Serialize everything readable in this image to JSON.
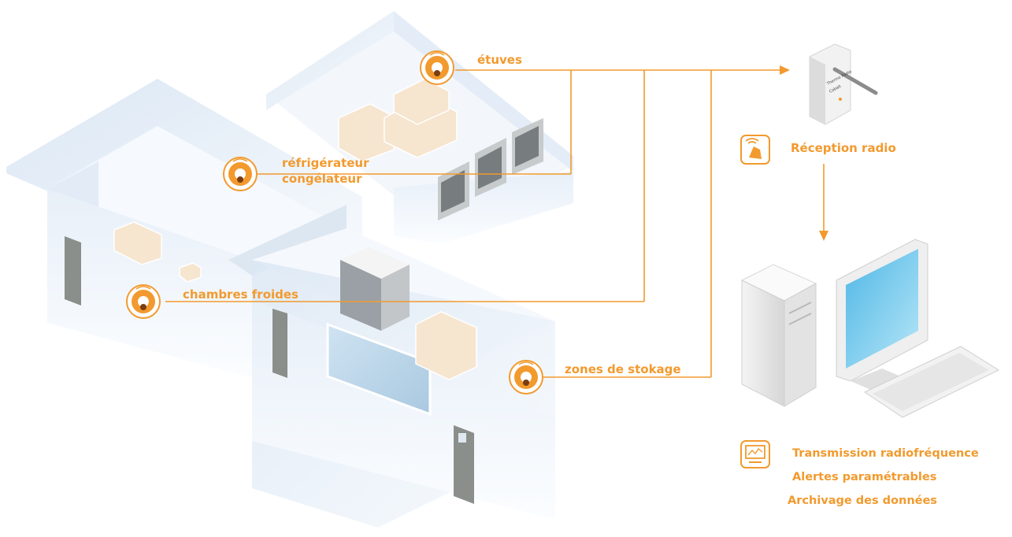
{
  "accent": "#f29a2e",
  "sensors": {
    "etuves": "étuves",
    "refrigerateur": "réfrigérateur",
    "congelateur": "congélateur",
    "chambres_froides": "chambres froides",
    "zones_stockage": "zones de stokage"
  },
  "receiver": {
    "label": "Réception radio",
    "device_text_1": "Thermo Radio",
    "device_text_2": "Cobalt"
  },
  "computer": {
    "features": [
      "Transmission radiofréquence",
      "Alertes paramétrables",
      "Archivage des données"
    ]
  },
  "icons": {
    "sensor": "radio-thermometer-icon",
    "receiver": "hand-radio-icon",
    "monitor": "monitor-chart-icon"
  }
}
